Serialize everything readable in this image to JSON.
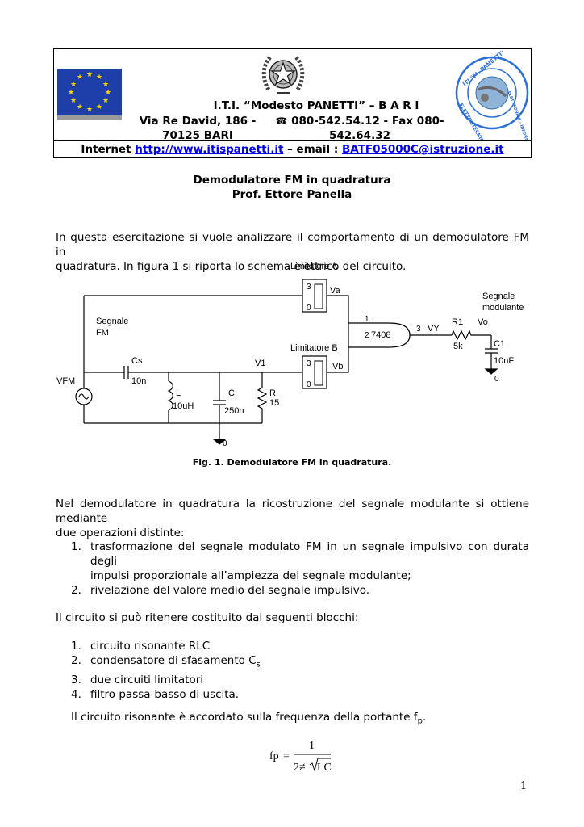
{
  "header": {
    "school_name": "I.T.I. “Modesto PANETTI” – B A R I",
    "address_line1": "Via Re David, 186 -",
    "address_line2": "70125 BARI",
    "phone_icon": "telephone-icon",
    "phone_line1": "080-542.54.12 - Fax 080-",
    "phone_line2": "542.64.32",
    "internet_label": "Internet",
    "website": "http://www.itispanetti.it",
    "email_sep": "– email :",
    "email": "BATF05000C@istruzione.it",
    "logo_ring_text_top": "ITI \"M. PANETTI\" - BARI",
    "logo_ring_text_left": "ELETTROTECNICA",
    "logo_ring_text_right": "ELETTRONICA - INFORMATICA",
    "colors": {
      "eu_blue": "#1f3fa8",
      "eu_star": "#ffd400",
      "link": "#0000ee",
      "logo_ring": "#2b6fd6"
    }
  },
  "title": {
    "line1": "Demodulatore FM in quadratura",
    "line2": "Prof. Ettore Panella"
  },
  "intro": {
    "line1": "In questa esercitazione si vuole analizzare il comportamento di un demodulatore FM in",
    "line2": "quadratura. In figura 1 si riporta lo schema elettrico del circuito."
  },
  "circuit": {
    "limiter_a": "Limitatore A",
    "limiter_b": "Limitatore B",
    "pin3_a": "3",
    "pin0_a": "0",
    "va": "Va",
    "pin3_b": "3",
    "pin0_b": "0",
    "vb": "Vb",
    "signal_fm_1": "Segnale",
    "signal_fm_2": "FM",
    "signal_mod_1": "Segnale",
    "signal_mod_2": "modulante",
    "gate": "7408",
    "in1": "1",
    "in2": "2",
    "out3": "3",
    "vy": "VY",
    "r1": "R1",
    "r1_val": "5k",
    "vo": "Vo",
    "c1": "C1",
    "c1_val": "10nF",
    "gnd_c1": "0",
    "cs": "Cs",
    "cs_val": "10n",
    "vfm": "VFM",
    "l": "L",
    "l_val": "10uH",
    "c": "C",
    "c_val": "250n",
    "v1": "V1",
    "r": "R",
    "r_val": "15",
    "gnd_main": "0"
  },
  "figure_caption": "Fig. 1. Demodulatore FM in quadratura.",
  "para2": {
    "line1": "Nel demodulatore in quadratura la ricostruzione del segnale modulante si ottiene mediante",
    "line2": "due operazioni distinte:"
  },
  "list1": [
    {
      "num": "1.",
      "line1": "trasformazione del segnale modulato FM in un segnale impulsivo con durata degli",
      "line2": "impulsi proporzionale all’ampiezza del segnale modulante;"
    },
    {
      "num": "2.",
      "line1": "rivelazione del valore medio del segnale impulsivo."
    }
  ],
  "para3": "Il circuito si può ritenere costituito dai seguenti blocchi:",
  "list2": [
    {
      "num": "1.",
      "text": "circuito risonante RLC"
    },
    {
      "num": "2.",
      "text": "condensatore di sfasamento C",
      "sub": "s"
    },
    {
      "num": "3.",
      "text": "due circuiti limitatori"
    },
    {
      "num": "4.",
      "text": "filtro passa-basso di uscita."
    }
  ],
  "para4": {
    "text": "Il circuito risonante è accordato sulla frequenza della portante f",
    "sub": "p",
    "end": "."
  },
  "formula": {
    "lhs": "fp",
    "eq": "=",
    "num": "1",
    "den_coef": "2≠",
    "den_rad": "LC"
  },
  "page_number": "1"
}
